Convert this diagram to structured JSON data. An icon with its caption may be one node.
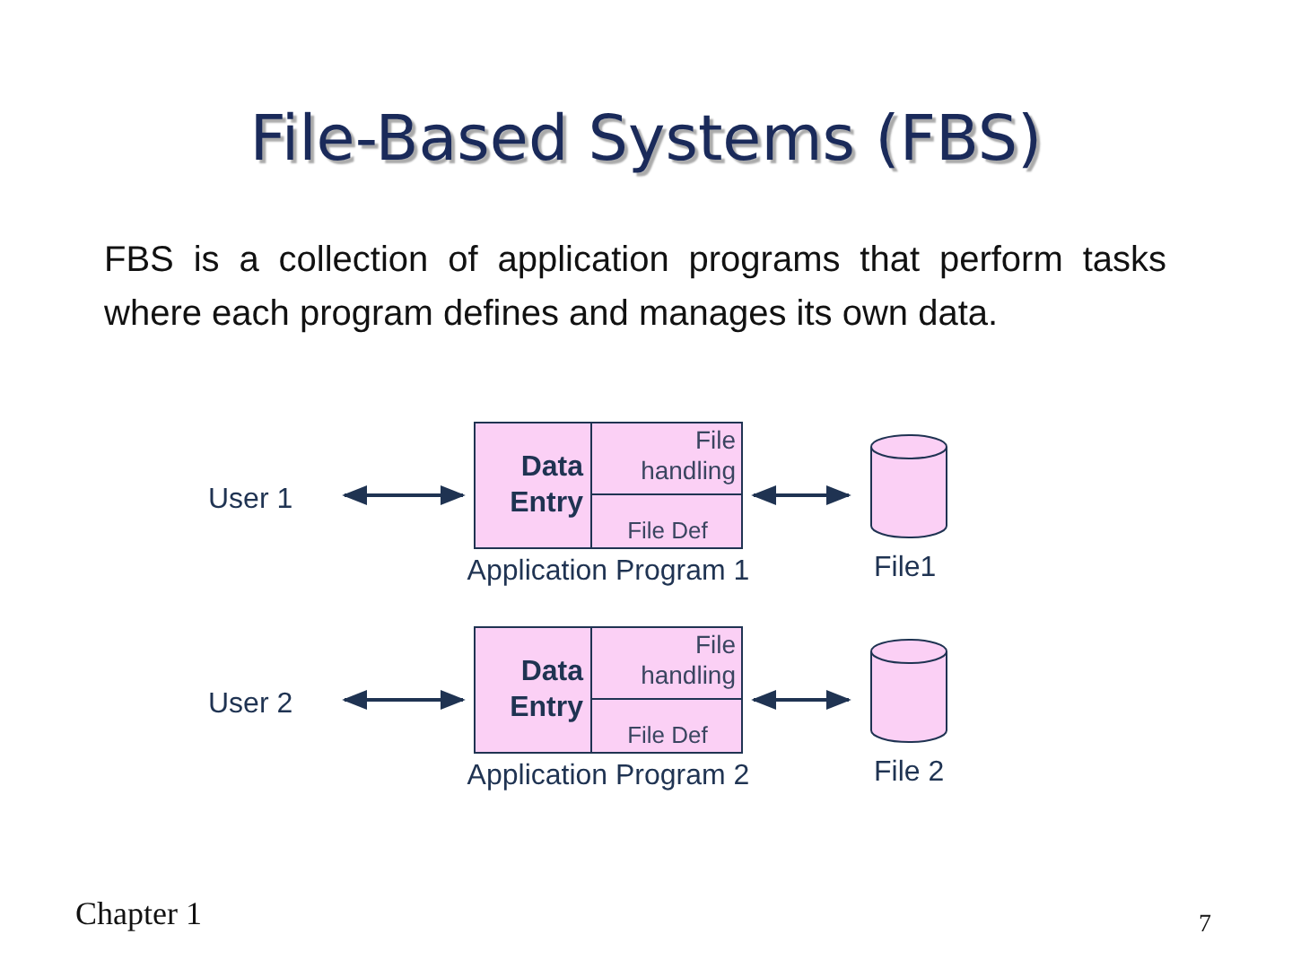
{
  "diagram": {
    "title": "File-Based Systems (FBS)",
    "nodes": [
      {
        "text": [
          "User 1"
        ]
      },
      {
        "text": [
          "Application Program 1"
        ]
      },
      {
        "text": [
          "Data Entry"
        ],
        "in": 1
      },
      {
        "text": [
          "File handling"
        ],
        "in": 1
      },
      {
        "text": [
          "File Def"
        ],
        "in": 1
      },
      {
        "text": [
          "File1"
        ]
      },
      {
        "text": [
          "User 2"
        ]
      },
      {
        "text": [
          "Application Program 2"
        ]
      },
      {
        "text": [
          "Data Entry"
        ],
        "in": 7
      },
      {
        "text": [
          "File handling"
        ],
        "in": 7
      },
      {
        "text": [
          "File Def"
        ],
        "in": 7
      },
      {
        "text": [
          "File 2"
        ]
      }
    ],
    "edges": [
      {
        "from": 0,
        "to": 1,
        "arrow": "both"
      },
      {
        "from": 1,
        "to": 5,
        "arrow": "both"
      },
      {
        "from": 6,
        "to": 7,
        "arrow": "both"
      },
      {
        "from": 7,
        "to": 11,
        "arrow": "both"
      }
    ],
    "labels": [
      "FBS is a collection of application programs that perform tasks where each program defines and manages its own data.",
      "Chapter 1",
      "7"
    ]
  }
}
